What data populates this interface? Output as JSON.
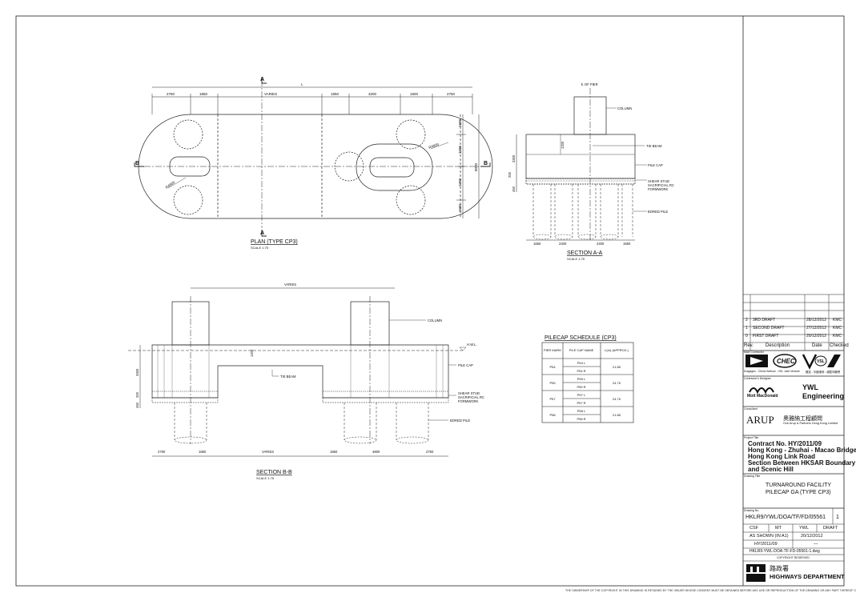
{
  "plan": {
    "title": "PLAN (TYPE CP3)",
    "scale": "SCALE 1:75",
    "section_marker": "A",
    "section_marker_b": "B",
    "overall_dim": "L",
    "dims_top": [
      "2750",
      "1850",
      "VARIES",
      "1850",
      "3200",
      "1800",
      "2750"
    ],
    "dims_right": [
      "1600",
      "2400",
      "2400",
      "1600"
    ],
    "dim_total_right": "8000",
    "radius_labels": [
      "R4800",
      "R4800"
    ]
  },
  "section_aa": {
    "title": "SECTION A-A",
    "scale": "SCALE 1:75",
    "pier_label": "℄ OF PIER",
    "labels": [
      "COLUMN",
      "TIE BEAM",
      "PILE CAP",
      "SHEAR STUD",
      "SACRIFICIAL RC",
      "FORMWORK",
      "BORED PILE"
    ],
    "dims_bottom": [
      "1650",
      "2400",
      "2400",
      "1650"
    ],
    "dims_left": [
      "3300",
      "200",
      "450"
    ],
    "dim_inner": "1200"
  },
  "section_bb": {
    "title": "SECTION B-B",
    "scale": "SCALE 1:75",
    "dim_top": "VARIES",
    "labels": [
      "COLUMN",
      "H.W.L.",
      "PILE CAP",
      "TIE BEAM",
      "SHEAR STUD",
      "SACRIFICIAL RC",
      "FORMWORK",
      "BORED PILE"
    ],
    "dims_bottom": [
      "2750",
      "1850",
      "VARIES",
      "1850",
      "4800",
      "2750"
    ],
    "dims_left": [
      "3300",
      "200",
      "450"
    ],
    "dim_inner": "1200"
  },
  "schedule": {
    "title": "PILECAP SCHEDULE (CP3)",
    "headers": [
      "PIER MARK",
      "PILE CAP NAME",
      "L(m) (APPROX.)"
    ],
    "rows": [
      {
        "pier": "P54",
        "caps": [
          "P54 L",
          "P54 R"
        ],
        "length": "21.85"
      },
      {
        "pier": "P55",
        "caps": [
          "P55 L",
          "P55 R"
        ],
        "length": "24.75"
      },
      {
        "pier": "P57",
        "caps": [
          "P57 L",
          "P57 R"
        ],
        "length": "24.75"
      },
      {
        "pier": "P58",
        "caps": [
          "P58 L",
          "P58 R"
        ],
        "length": "21.85"
      }
    ]
  },
  "title_block": {
    "revisions": [
      {
        "rev": "2",
        "desc": "3RD DRAFT",
        "date": "28/12/2012",
        "checked": "KMC"
      },
      {
        "rev": "1",
        "desc": "SECOND DRAFT",
        "date": "27/12/2012",
        "checked": "KMC"
      },
      {
        "rev": "0",
        "desc": "FIRST DRAFT",
        "date": "20/12/2012",
        "checked": "KMC"
      }
    ],
    "rev_headers": [
      "Rev.",
      "Description",
      "Date",
      "Checked"
    ],
    "contractor_label": "Main Contractor",
    "contractor_caption": "Dragages - China Harbour - VSL Joint Venture",
    "contractor_caption_cn": "寶嘉 - 中國港灣 - 威胜利聯營",
    "logo_hec": "CHEC",
    "logo_vsl": "VSL",
    "designer_label": "Contractor's Designer",
    "designer_1": "Mott MacDonald",
    "designer_2a": "YWL",
    "designer_2b": "Engineering",
    "consultant_label": "Consultant",
    "consultant": "ARUP",
    "consultant_cn": "奧雅納工程顧問",
    "consultant_full": "Ove Arup & Partners Hong Kong Limited",
    "project_label": "Project Title",
    "project_lines": [
      "Contract No. HY/2011/09",
      "Hong Kong - Zhuhai - Macao Bridge",
      "Hong Kong Link Road",
      "Section Between HKSAR Boundary",
      "and Scenic Hill"
    ],
    "drawing_label": "Drawing Title",
    "drawing_title_lines": [
      "TURNAROUND FACILITY",
      "PILECAP GA (TYPE CP3)"
    ],
    "drawing_no_label": "Drawing No.",
    "drawing_no": "HKLR9/YWL/DOA/TF/FD/05561",
    "rev_no": "1",
    "drawn": "CSF",
    "checked": "MT",
    "approved": "YWL",
    "status": "DRAFT",
    "scale": "AS SHOWN (IN A1)",
    "date": "20/12/2012",
    "contract": "HY/2011/09",
    "dash": "—",
    "file": "HKLR9-YWL-DOA-TF-FD-05561-1.dwg",
    "copyright": "COPYRIGHT RESERVED",
    "dept_cn": "路政署",
    "dept": "HIGHWAYS DEPARTMENT"
  },
  "footer_note": "THE OWNERSHIP OF THE COPYRIGHT IN THIS DRAWING IS RETAINED BY THE ISSUER WHOSE CONSENT MUST BE OBTAINED BEFORE ANY USE OR REPRODUCTION OF THE DRAWING OR ANY PART THEREOF CAN BE MADE."
}
